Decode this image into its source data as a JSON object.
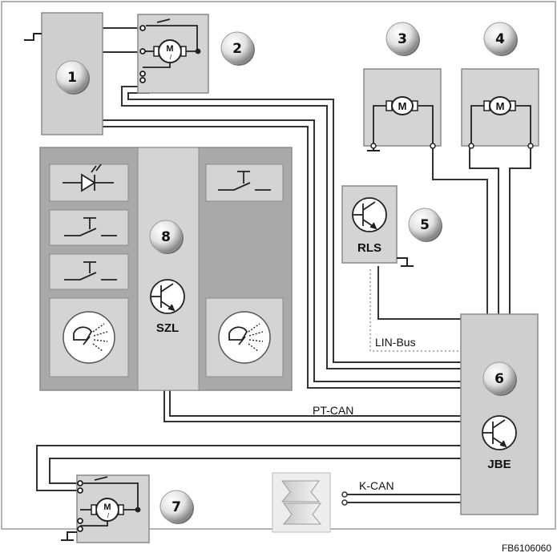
{
  "diagram": {
    "badges": [
      "1",
      "2",
      "3",
      "4",
      "5",
      "6",
      "7",
      "8"
    ],
    "motor_symbol": "M",
    "motor_symbol_small": "M",
    "component_labels": {
      "rls": "RLS",
      "szl": "SZL",
      "jbe": "JBE"
    },
    "bus_labels": {
      "lin": "LIN-Bus",
      "pt_can": "PT-CAN",
      "k_can": "K-CAN"
    },
    "figure_code": "FB6106060",
    "icons": {
      "led": "led-icon",
      "switch": "push-switch-icon",
      "washer": "washer-nozzle-icon",
      "transistor": "transistor-icon",
      "motor": "motor-icon",
      "ground": "ground-icon",
      "connector": "bus-connector-icon"
    },
    "colors": {
      "panel": "#d4d4d4",
      "panel_dark": "#a9a9a9",
      "panel_edge": "#8c8c8c",
      "wire": "#333333",
      "badge_light": "#f2f2f2",
      "badge_dark": "#8a8a8a"
    }
  }
}
